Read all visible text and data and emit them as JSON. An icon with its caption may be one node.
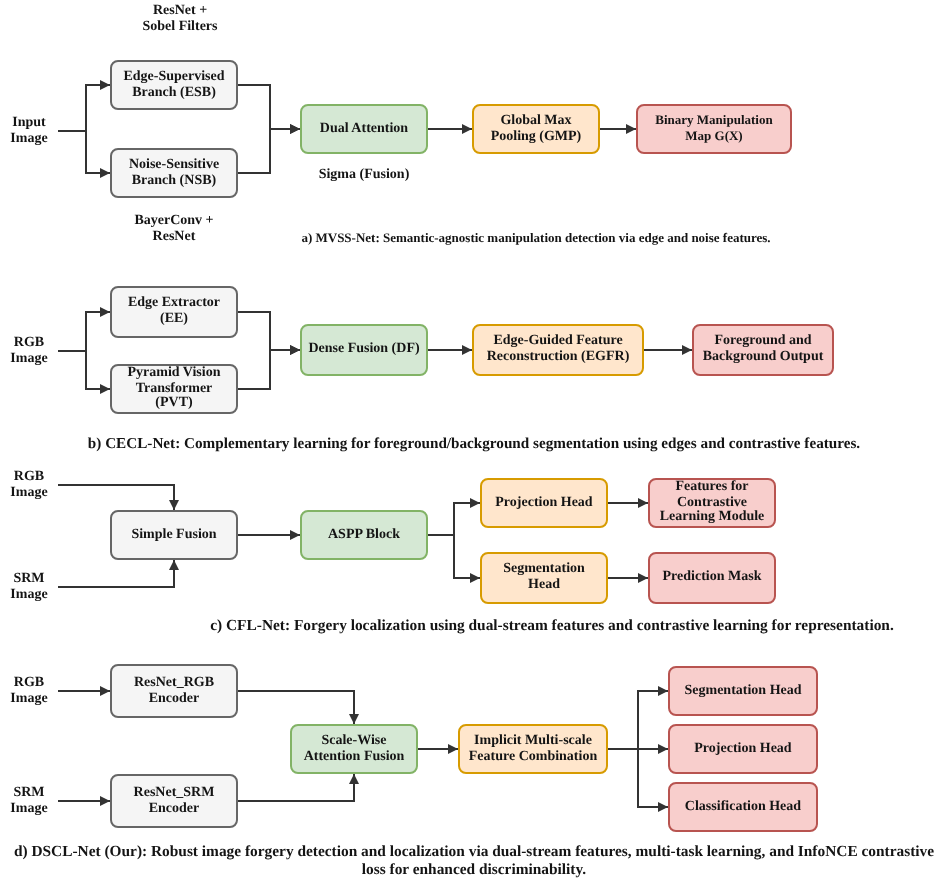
{
  "diagram": {
    "nodes": [
      {
        "text": [
          "Input Image"
        ]
      },
      {
        "text": [
          "Edge-Supervised Branch (ESB)"
        ],
        "beside": [
          "ResNet + Sobel Filters"
        ]
      },
      {
        "text": [
          "Noise-Sensitive Branch (NSB)"
        ],
        "beside": [
          "BayerConv + ResNet"
        ]
      },
      {
        "text": [
          "Dual Attention"
        ],
        "beside": [
          "Sigma (Fusion)"
        ]
      },
      {
        "text": [
          "Global Max Pooling (GMP)"
        ]
      },
      {
        "text": [
          "Binary Manipulation Map G(X)"
        ]
      },
      {
        "text": [
          "RGB Image"
        ]
      },
      {
        "text": [
          "Edge Extractor (EE)"
        ]
      },
      {
        "text": [
          "Pyramid Vision Transformer (PVT)"
        ]
      },
      {
        "text": [
          "Dense Fusion (DF)"
        ]
      },
      {
        "text": [
          "Edge-Guided Feature Reconstruction (EGFR)"
        ]
      },
      {
        "text": [
          "Foreground and Background Output"
        ]
      },
      {
        "text": [
          "RGB Image"
        ]
      },
      {
        "text": [
          "SRM Image"
        ]
      },
      {
        "text": [
          "Simple Fusion"
        ]
      },
      {
        "text": [
          "ASPP Block"
        ]
      },
      {
        "text": [
          "Projection Head"
        ]
      },
      {
        "text": [
          "Features for Contrastive Learning Module"
        ]
      },
      {
        "text": [
          "Segmentation Head"
        ]
      },
      {
        "text": [
          "Prediction Mask"
        ]
      },
      {
        "text": [
          "RGB Image"
        ]
      },
      {
        "text": [
          "ResNet_RGB Encoder"
        ]
      },
      {
        "text": [
          "SRM Image"
        ]
      },
      {
        "text": [
          "ResNet_SRM Encoder"
        ]
      },
      {
        "text": [
          "Scale-Wise Attention Fusion"
        ]
      },
      {
        "text": [
          "Implicit Multi-scale Feature Combination"
        ]
      },
      {
        "text": [
          "Segmentation Head"
        ]
      },
      {
        "text": [
          "Projection Head"
        ]
      },
      {
        "text": [
          "Classification Head"
        ]
      }
    ],
    "edges": [
      {
        "from": 0,
        "to": 1,
        "arrow": "to"
      },
      {
        "from": 0,
        "to": 2,
        "arrow": "to"
      },
      {
        "from": 1,
        "to": 3,
        "arrow": "to"
      },
      {
        "from": 2,
        "to": 3,
        "arrow": "to"
      },
      {
        "from": 3,
        "to": 4,
        "arrow": "to"
      },
      {
        "from": 4,
        "to": 5,
        "arrow": "to"
      },
      {
        "from": 6,
        "to": 7,
        "arrow": "to"
      },
      {
        "from": 6,
        "to": 8,
        "arrow": "to"
      },
      {
        "from": 7,
        "to": 9,
        "arrow": "to"
      },
      {
        "from": 8,
        "to": 9,
        "arrow": "to"
      },
      {
        "from": 9,
        "to": 10,
        "arrow": "to"
      },
      {
        "from": 10,
        "to": 11,
        "arrow": "to"
      },
      {
        "from": 12,
        "to": 14,
        "arrow": "to"
      },
      {
        "from": 13,
        "to": 14,
        "arrow": "to"
      },
      {
        "from": 14,
        "to": 15,
        "arrow": "to"
      },
      {
        "from": 15,
        "to": 16,
        "arrow": "to"
      },
      {
        "from": 15,
        "to": 18,
        "arrow": "to"
      },
      {
        "from": 16,
        "to": 17,
        "arrow": "to"
      },
      {
        "from": 18,
        "to": 19,
        "arrow": "to"
      },
      {
        "from": 20,
        "to": 21,
        "arrow": "to"
      },
      {
        "from": 22,
        "to": 23,
        "arrow": "to"
      },
      {
        "from": 21,
        "to": 24,
        "arrow": "to"
      },
      {
        "from": 23,
        "to": 24,
        "arrow": "to"
      },
      {
        "from": 24,
        "to": 25,
        "arrow": "to"
      },
      {
        "from": 25,
        "to": 26,
        "arrow": "to"
      },
      {
        "from": 25,
        "to": 27,
        "arrow": "to"
      },
      {
        "from": 25,
        "to": 28,
        "arrow": "to"
      }
    ],
    "labels": [
      "a) MVSS-Net: Semantic-agnostic manipulation detection via edge and noise features.",
      "b) CECL-Net: Complementary learning for foreground/background segmentation using edges and contrastive features.",
      "c) CFL-Net: Forgery localization using dual-stream features and contrastive learning for representation.",
      "d) DSCL-Net (Our): Robust image forgery detection and localization via dual-stream features, multi-task learning, and InfoNCE contrastive loss for enhanced discriminability."
    ]
  }
}
